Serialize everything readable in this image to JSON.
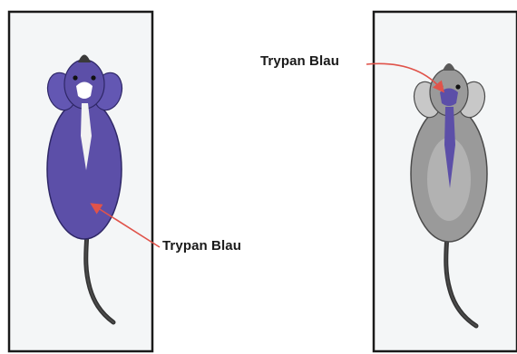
{
  "panels": [
    {
      "label": "Trypan Blau",
      "body_color": "#5c4fa8",
      "stain": "body"
    },
    {
      "label": "Trypan Blau",
      "body_color": "#9a9a9a",
      "stain": "head-and-spine"
    }
  ],
  "colors": {
    "stain_blue": "#5c4fa8",
    "unstained_gray": "#9a9a9a",
    "arrow_red": "#e0534a",
    "panel_background": "#f4f6f7",
    "tail": "#333333"
  }
}
